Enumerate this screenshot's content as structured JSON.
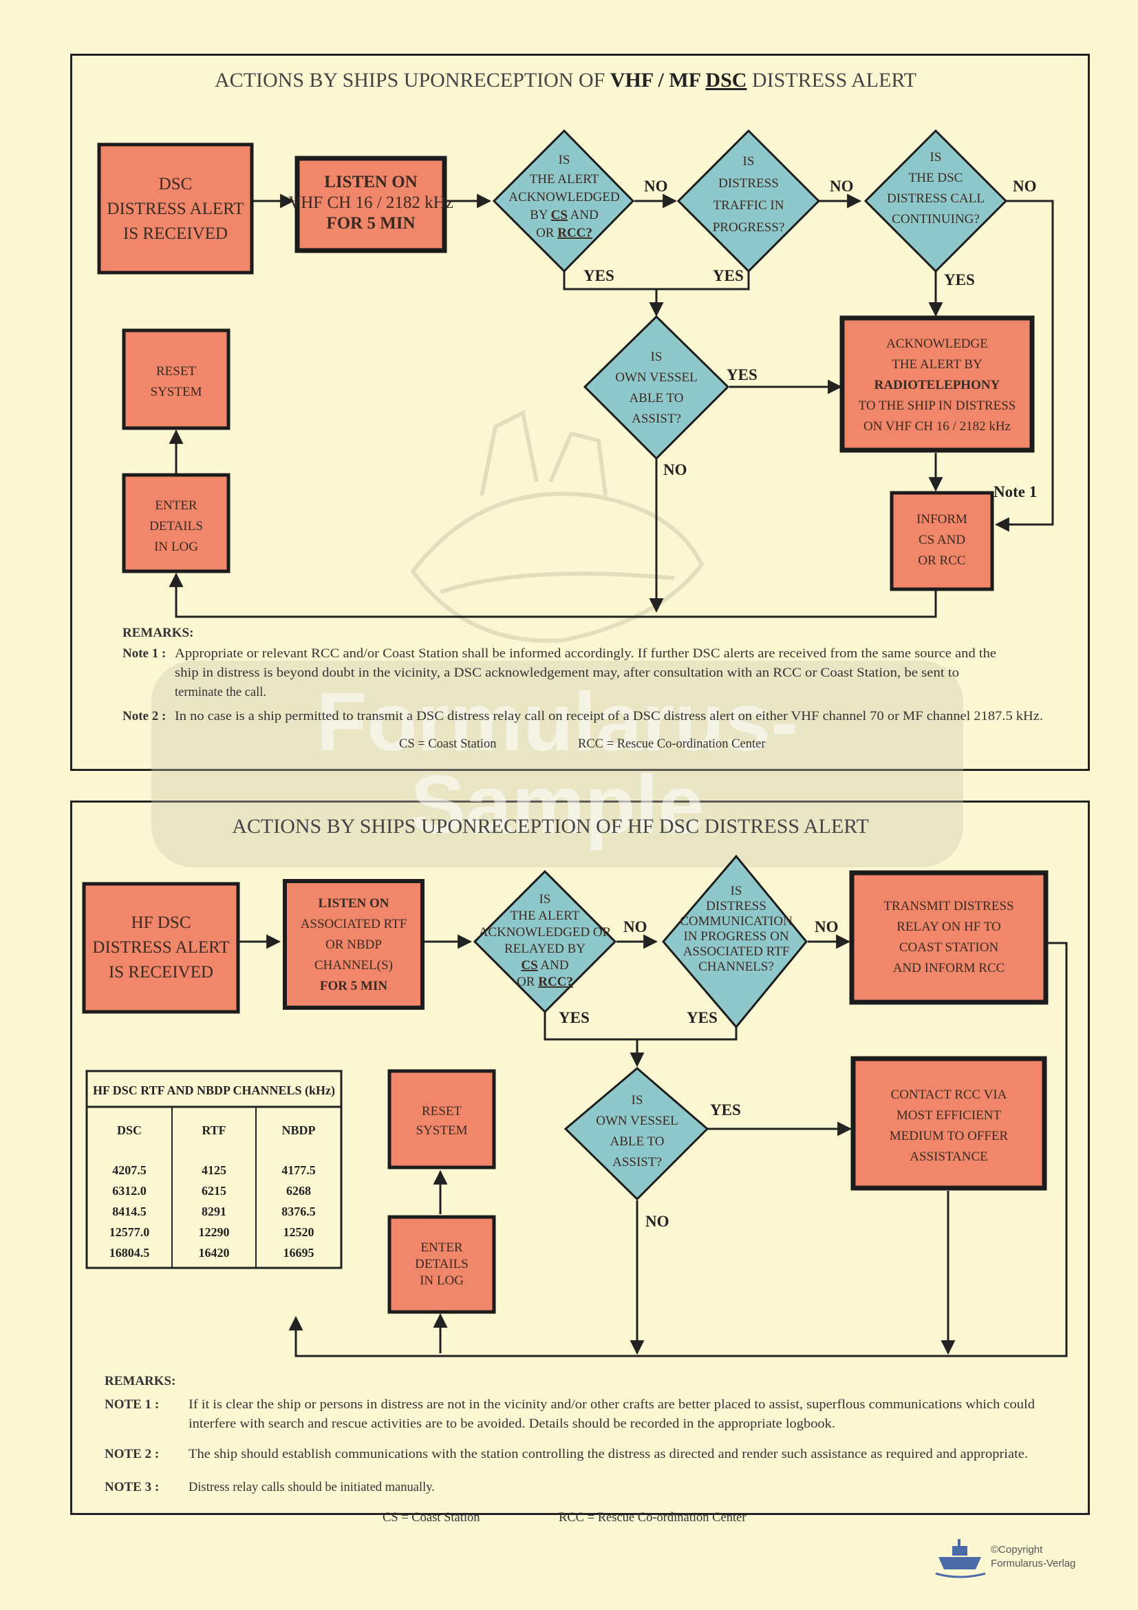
{
  "panel1": {
    "title": {
      "pre": "ACTIONS BY SHIPS UPONRECEPTION OF ",
      "bold": "VHF / MF ",
      "ul": "DSC",
      "post": " DISTRESS ALERT"
    },
    "n_start": [
      "DSC",
      "DISTRESS ALERT",
      "IS RECEIVED"
    ],
    "n_listen": [
      "LISTEN  ON",
      "VHF CH 16 / 2182 kHz",
      "FOR 5 MIN"
    ],
    "d_ack": {
      "l1": "IS",
      "l2": "THE  ALERT",
      "l3": "ACKNOWLEDGED",
      "l4a": "BY ",
      "l4u": "CS",
      "l4b": " AND",
      "l5a": "OR ",
      "l5u": "RCC?"
    },
    "d_traffic": [
      "IS",
      "DISTRESS",
      "TRAFFIC IN",
      "PROGRESS?"
    ],
    "d_continuing": [
      "IS",
      "THE  DSC",
      "DISTRESS CALL",
      "CONTINUING?"
    ],
    "d_own": [
      "IS",
      "OWN  VESSEL",
      "ABLE  TO",
      "ASSIST?"
    ],
    "n_ackradio": [
      "ACKNOWLEDGE",
      "THE  ALERT  BY",
      "RADIOTELEPHONY",
      "TO THE SHIP IN DISTRESS",
      "ON VHF CH 16 / 2182 kHz"
    ],
    "n_inform": [
      "INFORM",
      "CS AND",
      "OR  RCC"
    ],
    "n_reset": [
      "RESET",
      "SYSTEM"
    ],
    "n_enter": [
      "ENTER",
      "DETAILS",
      "IN LOG"
    ],
    "labels": {
      "no": "NO",
      "yes": "YES",
      "note1": "Note 1"
    },
    "remarks": {
      "heading": "REMARKS:",
      "note1_label": "Note 1 :",
      "note1_lines": [
        "Appropriate or relevant RCC and/or Coast Station shall be informed accordingly.  If further DSC alerts are received from the same source and the",
        "ship in distress is  beyond doubt  in the vicinity, a DSC acknowledgement may,  after consultation with an RCC or Coast Station, be sent to",
        "terminate the call."
      ],
      "note2_label": "Note 2 :",
      "note2_text": "In no case is a ship permitted to transmit a DSC distress relay call on receipt of a DSC distress alert on either VHF channel 70 or MF channel 2187.5 kHz.",
      "cs": "CS = Coast Station",
      "rcc": "RCC = Rescue Co-ordination Center"
    }
  },
  "panel2": {
    "title": "ACTIONS BY SHIPS UPONRECEPTION OF HF DSC DISTRESS ALERT",
    "n_start": [
      "HF DSC",
      "DISTRESS ALERT",
      "IS RECEIVED"
    ],
    "n_listen": [
      "LISTEN  ON",
      "ASSOCIATED RTF",
      "OR NBDP",
      "CHANNEL(S)",
      "FOR 5 MIN"
    ],
    "d_ack": {
      "l1": "IS",
      "l2": "THE ALERT",
      "l3": "ACKNOWLEDGED OR",
      "l4": "RELAYED BY",
      "l5u": "CS",
      "l5b": " AND",
      "l6a": "OR ",
      "l6u": "RCC?"
    },
    "d_comm": [
      "IS",
      "DISTRESS",
      "COMMUNICATION",
      "IN PROGRESS ON",
      "ASSOCIATED RTF",
      "CHANNELS?"
    ],
    "n_transmit": [
      "TRANSMIT DISTRESS",
      "RELAY ON HF TO",
      "COAST STATION",
      "AND INFORM RCC"
    ],
    "d_own": [
      "IS",
      "OWN  VESSEL",
      "ABLE  TO",
      "ASSIST?"
    ],
    "n_contact": [
      "CONTACT RCC VIA",
      "MOST EFFICIENT",
      "MEDIUM TO OFFER",
      "ASSISTANCE"
    ],
    "n_reset": [
      "RESET",
      "SYSTEM"
    ],
    "n_enter": [
      "ENTER",
      "DETAILS",
      "IN LOG"
    ],
    "labels": {
      "no": "NO",
      "yes": "YES"
    },
    "table": {
      "title": "HF DSC RTF AND NBDP CHANNELS (kHz)",
      "headers": [
        "DSC",
        "RTF",
        "NBDP"
      ],
      "rows": [
        [
          "4207.5",
          "4125",
          "4177.5"
        ],
        [
          "6312.0",
          "6215",
          "6268"
        ],
        [
          "8414.5",
          "8291",
          "8376.5"
        ],
        [
          "12577.0",
          "12290",
          "12520"
        ],
        [
          "16804.5",
          "16420",
          "16695"
        ]
      ]
    },
    "remarks": {
      "heading": "REMARKS:",
      "note1_label": "NOTE 1 :",
      "note1_lines": [
        "If it is clear the ship or persons in distress are not in the vicinity and/or other crafts are better placed to assist, superflous communications which could",
        "interfere with search and rescue activities are to be avoided. Details should be recorded in the appropriate logbook."
      ],
      "note2_label": "NOTE 2 :",
      "note2_text": "The ship should establish communications with the station controlling the distress as directed and render such assistance as required and appropriate.",
      "note3_label": "NOTE 3 :",
      "note3_text": "Distress relay calls should be initiated manually.",
      "cs": "CS = Coast Station",
      "rcc": "RCC =  Rescue Co-ordination Center"
    }
  },
  "watermark": {
    "line1": "Formularus-",
    "line2": "Sample"
  },
  "copyright": {
    "line1": "©Copyright",
    "line2": "Formularus-Verlag"
  },
  "colors": {
    "background": "#fbf7d2",
    "box": "#f0876a",
    "diamond": "#8fc8cb",
    "line": "#222222"
  }
}
